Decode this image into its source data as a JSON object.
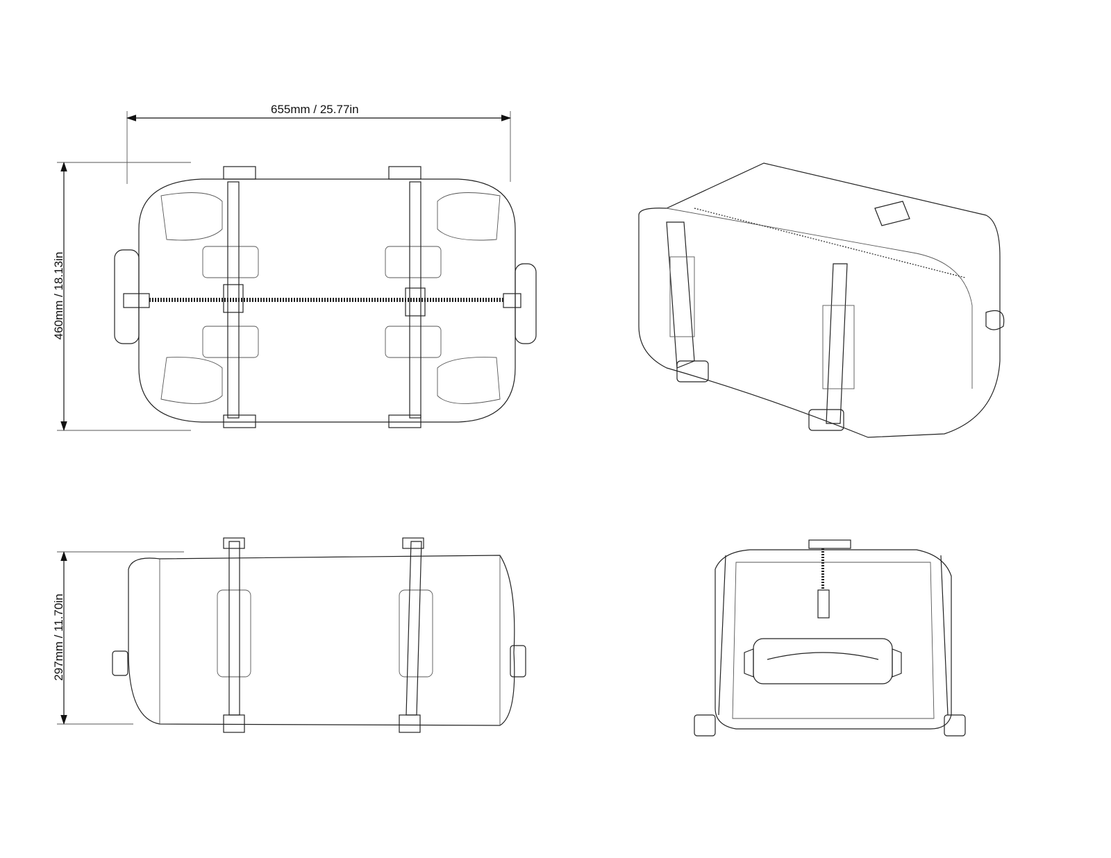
{
  "dimensions": {
    "width": "655mm / 25.77in",
    "depth": "460mm / 18.13in",
    "height": "297mm / 11.70in"
  },
  "views": [
    "top-view",
    "isometric-view",
    "side-view",
    "end-view"
  ],
  "colors": {
    "line": "#222222",
    "background": "#ffffff"
  }
}
